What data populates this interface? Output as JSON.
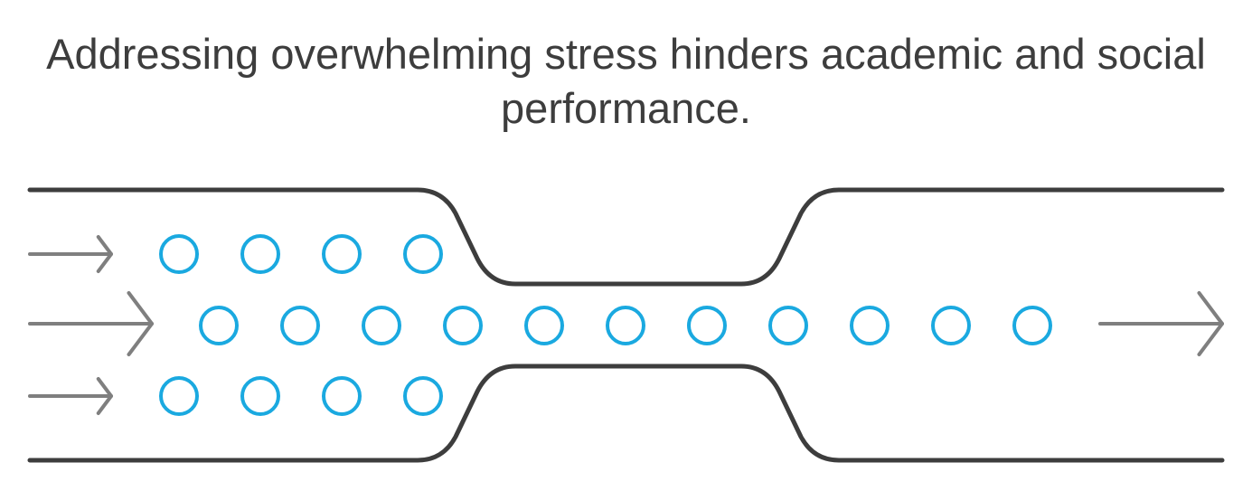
{
  "title": "Addressing overwhelming stress hinders academic and social performance.",
  "colors": {
    "wall": "#3d3d3d",
    "arrow": "#7f7f7f",
    "particle": "#1aa9e0",
    "text": "#3d3d3d"
  },
  "icons": {
    "inflow": "arrow-right-icon",
    "outflow": "arrow-right-icon",
    "particle": "circle-outline-icon"
  },
  "flow": {
    "inflow_arrows": 3,
    "particles_top_row": 4,
    "particles_middle_row": 11,
    "particles_bottom_row": 4,
    "outflow_arrows": 1
  }
}
